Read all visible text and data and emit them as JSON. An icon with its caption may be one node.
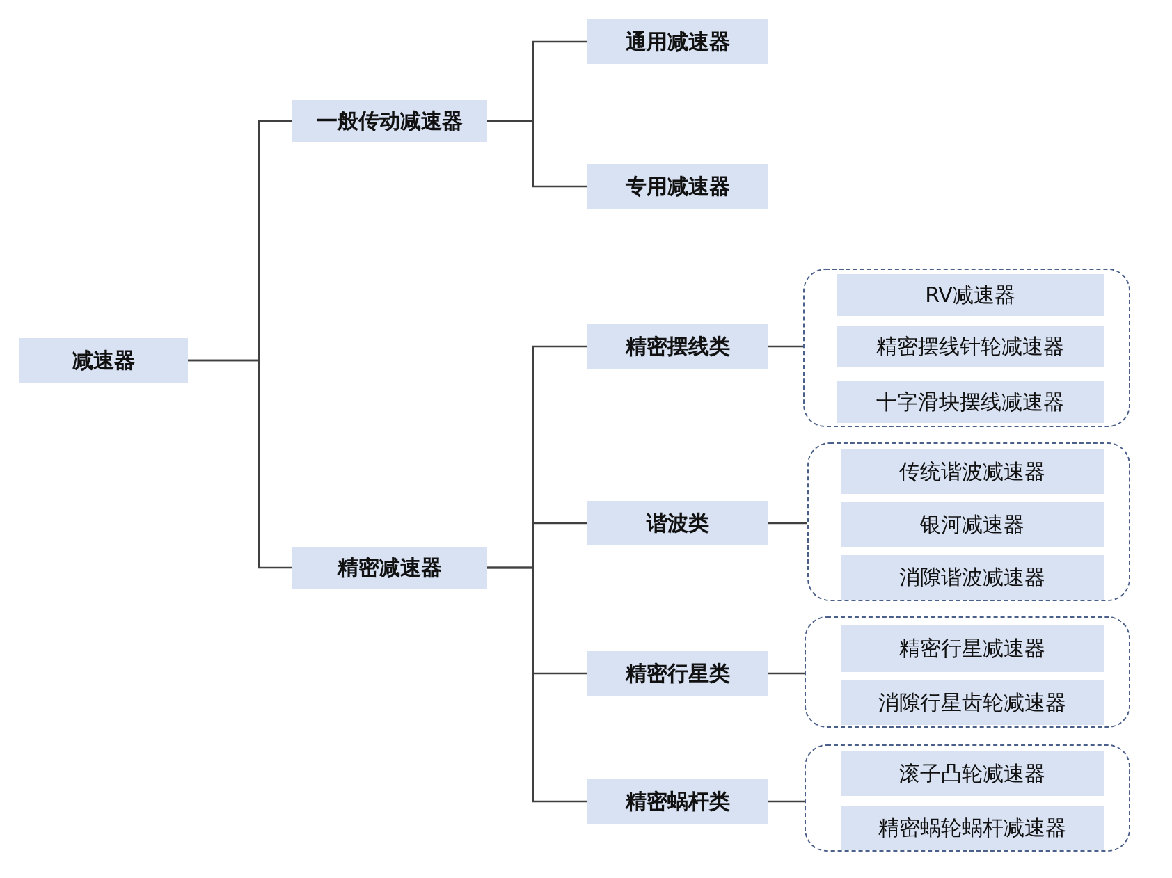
{
  "diagram": {
    "nodes": [
      {
        "text": [
          "减速器"
        ]
      },
      {
        "text": [
          "一般传动减速器"
        ]
      },
      {
        "text": [
          "精密减速器"
        ]
      },
      {
        "text": [
          "通用减速器"
        ]
      },
      {
        "text": [
          "专用减速器"
        ]
      },
      {
        "text": [
          "精密摆线类"
        ]
      },
      {
        "text": [
          "谐波类"
        ]
      },
      {
        "text": [
          "精密行星类"
        ]
      },
      {
        "text": [
          "精密蜗杆类"
        ]
      },
      {
        "text": [],
        "shape": "box"
      },
      {
        "text": [
          "RV减速器"
        ],
        "in": 9
      },
      {
        "text": [
          "精密摆线针轮减速器"
        ],
        "in": 9
      },
      {
        "text": [
          "十字滑块摆线减速器"
        ],
        "in": 9
      },
      {
        "text": [],
        "shape": "box"
      },
      {
        "text": [
          "传统谐波减速器"
        ],
        "in": 13
      },
      {
        "text": [
          "银河减速器"
        ],
        "in": 13
      },
      {
        "text": [
          "消隙谐波减速器"
        ],
        "in": 13
      },
      {
        "text": [],
        "shape": "box"
      },
      {
        "text": [
          "精密行星减速器"
        ],
        "in": 17
      },
      {
        "text": [
          "消隙行星齿轮减速器"
        ],
        "in": 17
      },
      {
        "text": [],
        "shape": "box"
      },
      {
        "text": [
          "滚子凸轮减速器"
        ],
        "in": 20
      },
      {
        "text": [
          "精密蜗轮蜗杆减速器"
        ],
        "in": 20
      }
    ],
    "edges": [
      {
        "from": 0,
        "to": 1,
        "arrow": "none"
      },
      {
        "from": 0,
        "to": 2,
        "arrow": "none"
      },
      {
        "from": 1,
        "to": 3,
        "arrow": "none"
      },
      {
        "from": 1,
        "to": 4,
        "arrow": "none"
      },
      {
        "from": 2,
        "to": 5,
        "arrow": "none"
      },
      {
        "from": 2,
        "to": 6,
        "arrow": "none"
      },
      {
        "from": 2,
        "to": 7,
        "arrow": "none"
      },
      {
        "from": 2,
        "to": 8,
        "arrow": "none"
      },
      {
        "from": 5,
        "to": 9,
        "arrow": "none"
      },
      {
        "from": 6,
        "to": 13,
        "arrow": "none"
      },
      {
        "from": 7,
        "to": 17,
        "arrow": "none"
      },
      {
        "from": 8,
        "to": 20,
        "arrow": "none"
      }
    ]
  }
}
